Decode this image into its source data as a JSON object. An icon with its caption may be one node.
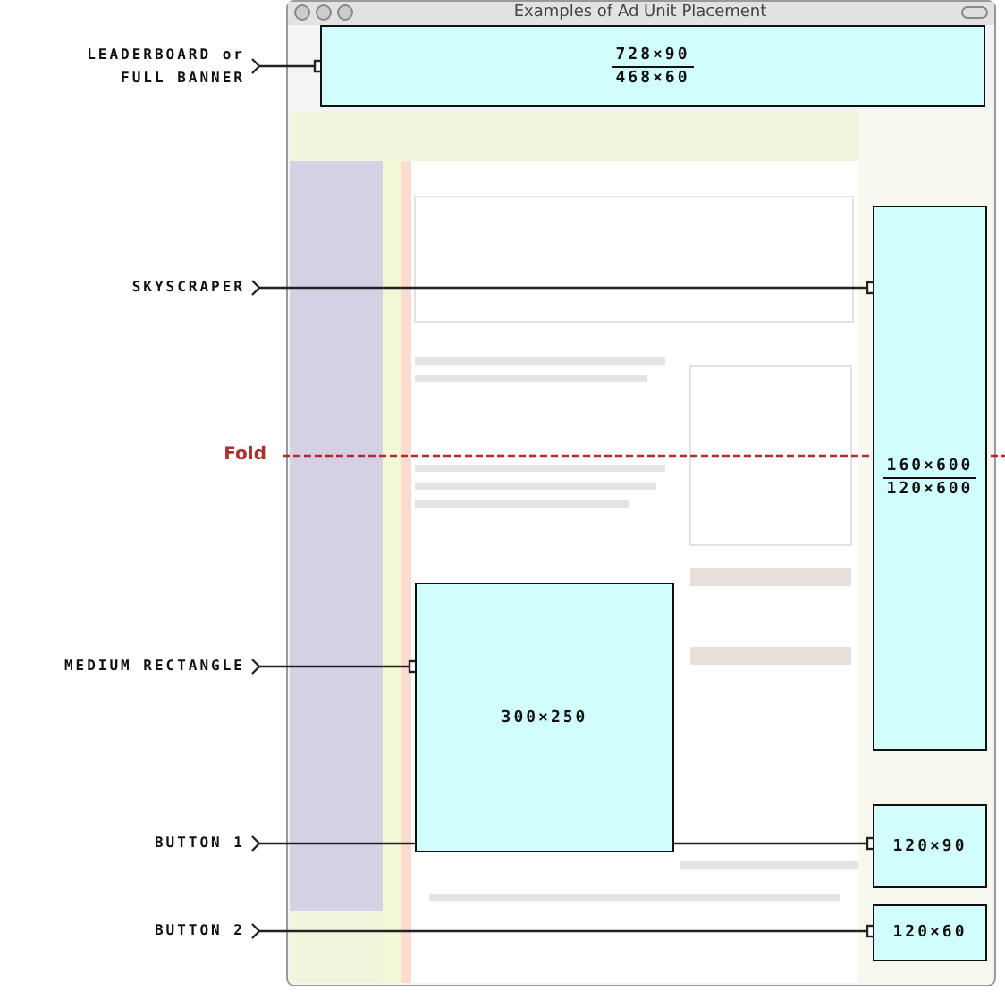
{
  "diagram": {
    "nodes": [
      {
        "text": [
          "LEADERBOARD or FULL BANNER"
        ]
      },
      {
        "text": [
          "728×90",
          "468×60"
        ]
      },
      {
        "text": [
          "SKYSCRAPER"
        ]
      },
      {
        "text": [
          "160×600",
          "120×600"
        ]
      },
      {
        "text": [
          "MEDIUM RECTANGLE"
        ]
      },
      {
        "text": [
          "300×250"
        ]
      },
      {
        "text": [
          "BUTTON 1"
        ]
      },
      {
        "text": [
          "120×90"
        ]
      },
      {
        "text": [
          "BUTTON 2"
        ]
      },
      {
        "text": [
          "120×60"
        ]
      }
    ],
    "edges": [
      {
        "from": 0,
        "to": 1,
        "arrow": "other"
      },
      {
        "from": 2,
        "to": 3,
        "arrow": "other"
      },
      {
        "from": 4,
        "to": 5,
        "arrow": "other"
      },
      {
        "from": 6,
        "to": 7,
        "arrow": "other"
      },
      {
        "from": 8,
        "to": 9,
        "arrow": "other"
      }
    ],
    "labels": [
      "Examples of Ad Unit Placement",
      "Fold"
    ]
  }
}
